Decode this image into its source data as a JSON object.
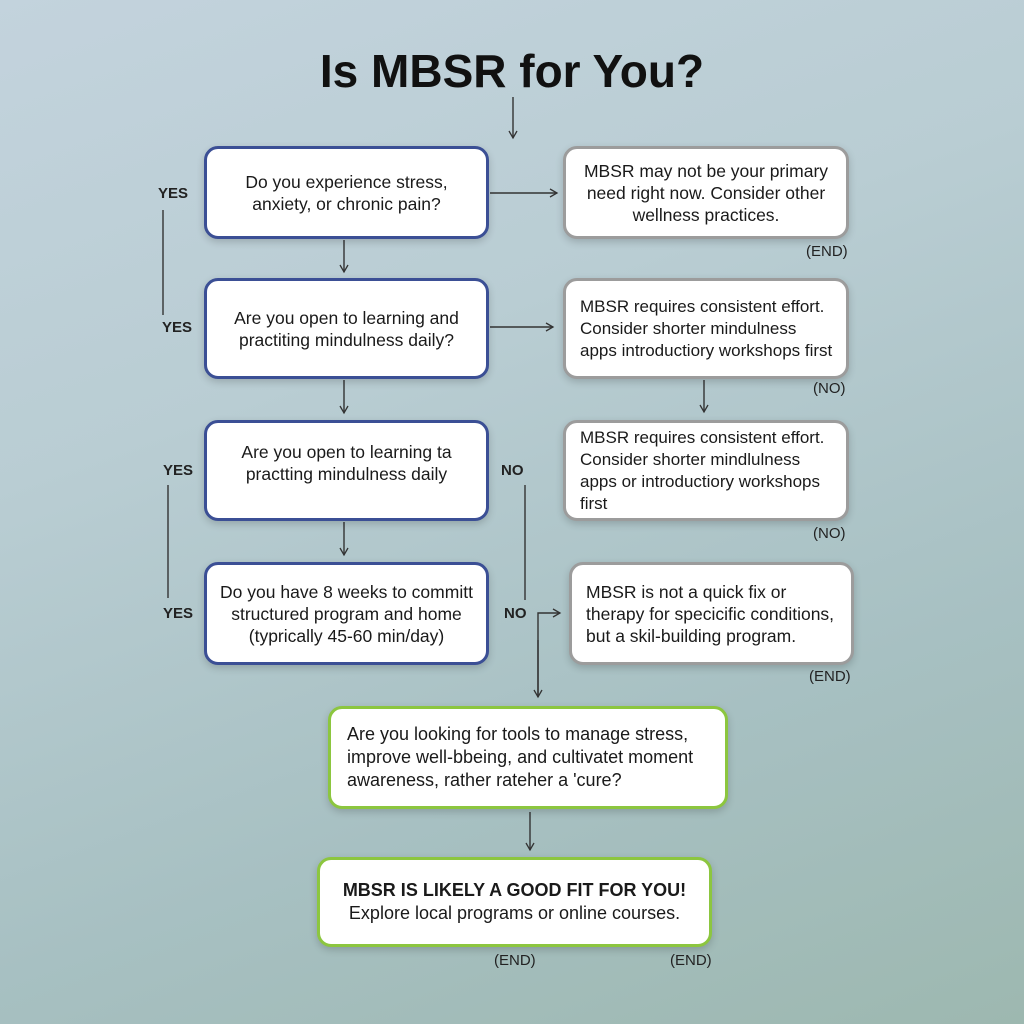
{
  "title": "Is MBSR for You?",
  "questions": [
    "Do you experience stress, anxiety, or chronic pain?",
    "Are you open to learning and practiting mindulness daily?",
    "Are you open to learning ta practting mindulness daily",
    "Do you have 8 weeks to committ structured program and home (typrically 45-60 min/day)",
    "Are you looking for tools to manage stress, improve well-bbeing, and cultivatet moment awareness, rather rateher a 'cure?"
  ],
  "results": [
    "MBSR may not be your primary need right now. Consider other wellness practices.",
    "MBSR requires consistent effort. Consider shorter mindulness apps introductiory workshops first",
    "MBSR requires consistent effort. Consider shorter mindlulness apps or introductiory workshops first",
    "MBSR is not a quick fix or therapy for specicific conditions, but a skil-building program."
  ],
  "final": {
    "heading": "MBSR IS LIKELY A GOOD FIT FOR YOU!",
    "text": "Explore local programs or online courses."
  },
  "labels": {
    "yes": "YES",
    "no": "NO",
    "end": "(END)",
    "no_paren": "(NO)"
  },
  "colors": {
    "question_border": "#3b4f95",
    "result_border": "#9c9c9c",
    "final_border": "#8cc63f"
  }
}
